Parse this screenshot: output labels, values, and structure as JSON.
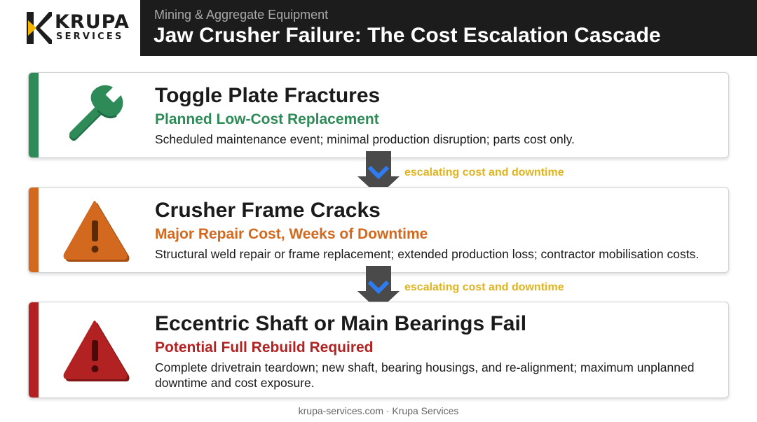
{
  "brand": {
    "name": "KRUPA",
    "sub": "SERVICES",
    "accent": "#f5b400"
  },
  "header": {
    "supertitle": "Mining & Aggregate Equipment",
    "title": "Jaw Crusher Failure: The Cost Escalation Cascade",
    "background": "#1c1c1c"
  },
  "cards": [
    {
      "icon": "wrench-icon",
      "title": "Toggle Plate Fractures",
      "subtitle": "Planned Low-Cost Replacement",
      "description": "Scheduled maintenance event; minimal production disruption; parts cost only.",
      "color": "#2e8b57"
    },
    {
      "icon": "warning-icon",
      "title": "Crusher Frame Cracks",
      "subtitle": "Major Repair Cost, Weeks of Downtime",
      "description": "Structural weld repair or frame replacement; extended production loss; contractor mobilisation costs.",
      "color": "#d2691e"
    },
    {
      "icon": "warning-icon",
      "title": "Eccentric Shaft or Main Bearings Fail",
      "subtitle": "Potential Full Rebuild Required",
      "description": "Complete drivetrain teardown; new shaft, bearing housings, and re-alignment; maximum unplanned downtime and cost exposure.",
      "color": "#b22222"
    }
  ],
  "connectors": [
    {
      "label": "escalating cost and downtime",
      "icon": "arrow-down-icon"
    },
    {
      "label": "escalating cost and downtime",
      "icon": "arrow-down-icon"
    }
  ],
  "footer": "krupa-services.com · Krupa Services"
}
